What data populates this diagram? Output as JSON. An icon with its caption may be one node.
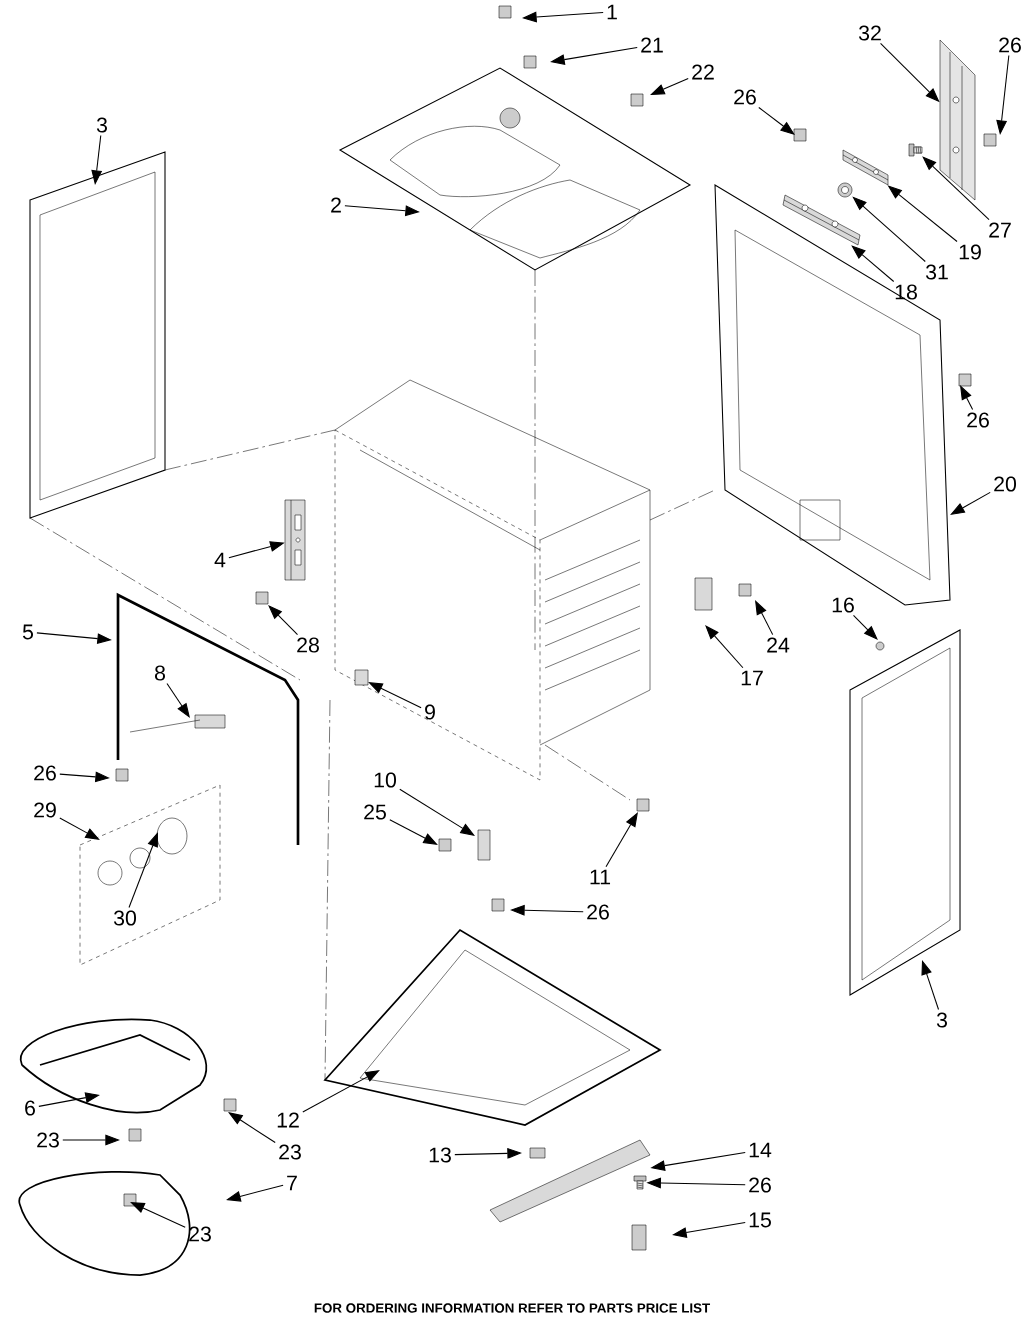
{
  "diagram": {
    "caption": "FOR ORDERING INFORMATION REFER TO PARTS PRICE LIST",
    "nodes": [
      {
        "text": [
          "1"
        ]
      },
      {
        "text": [
          "21"
        ]
      },
      {
        "text": [
          "22"
        ]
      },
      {
        "text": [
          "32"
        ]
      },
      {
        "text": [
          "26"
        ]
      },
      {
        "text": [
          "3"
        ]
      },
      {
        "text": [
          "26"
        ]
      },
      {
        "text": [
          "2"
        ]
      },
      {
        "text": [
          "27"
        ]
      },
      {
        "text": [
          "19"
        ]
      },
      {
        "text": [
          "31"
        ]
      },
      {
        "text": [
          "18"
        ]
      },
      {
        "text": [
          "26"
        ]
      },
      {
        "text": [
          "20"
        ]
      },
      {
        "text": [
          "4"
        ]
      },
      {
        "text": [
          "5"
        ]
      },
      {
        "text": [
          "28"
        ]
      },
      {
        "text": [
          "24"
        ]
      },
      {
        "text": [
          "17"
        ]
      },
      {
        "text": [
          "16"
        ]
      },
      {
        "text": [
          "8"
        ]
      },
      {
        "text": [
          "9"
        ]
      },
      {
        "text": [
          "26"
        ]
      },
      {
        "text": [
          "10"
        ]
      },
      {
        "text": [
          "25"
        ]
      },
      {
        "text": [
          "11"
        ]
      },
      {
        "text": [
          "29"
        ]
      },
      {
        "text": [
          "30"
        ]
      },
      {
        "text": [
          "26"
        ]
      },
      {
        "text": [
          "3"
        ]
      },
      {
        "text": [
          "6"
        ]
      },
      {
        "text": [
          "12"
        ]
      },
      {
        "text": [
          "23"
        ]
      },
      {
        "text": [
          "23"
        ]
      },
      {
        "text": [
          "13"
        ]
      },
      {
        "text": [
          "14"
        ]
      },
      {
        "text": [
          "7"
        ]
      },
      {
        "text": [
          "26"
        ]
      },
      {
        "text": [
          "23"
        ]
      },
      {
        "text": [
          "15"
        ]
      },
      {
        "text": [],
        "shape": "picture"
      },
      {
        "text": [],
        "shape": "picture"
      },
      {
        "text": [],
        "shape": "picture"
      },
      {
        "text": [],
        "shape": "picture"
      },
      {
        "text": [],
        "shape": "picture"
      },
      {
        "text": [],
        "shape": "picture"
      },
      {
        "text": [],
        "shape": "picture"
      },
      {
        "text": [],
        "shape": "picture"
      }
    ],
    "edges": [
      {
        "from": 0,
        "to": null,
        "arrow": "to"
      },
      {
        "from": 1,
        "to": null,
        "arrow": "to"
      },
      {
        "from": 2,
        "to": null,
        "arrow": "to"
      },
      {
        "from": 3,
        "to": 40,
        "arrow": "to"
      },
      {
        "from": 4,
        "to": null,
        "arrow": "to"
      },
      {
        "from": 5,
        "to": null,
        "arrow": "to"
      },
      {
        "from": 6,
        "to": null,
        "arrow": "to"
      },
      {
        "from": 7,
        "to": null,
        "arrow": "to"
      },
      {
        "from": 8,
        "to": 41,
        "arrow": "to"
      },
      {
        "from": 9,
        "to": 42,
        "arrow": "to"
      },
      {
        "from": 10,
        "to": 43,
        "arrow": "to"
      },
      {
        "from": 11,
        "to": 44,
        "arrow": "to"
      },
      {
        "from": 12,
        "to": null,
        "arrow": "to"
      },
      {
        "from": 13,
        "to": null,
        "arrow": "to"
      },
      {
        "from": 14,
        "to": 45,
        "arrow": "to"
      },
      {
        "from": 15,
        "to": null,
        "arrow": "to"
      },
      {
        "from": 16,
        "to": null,
        "arrow": "to"
      },
      {
        "from": 17,
        "to": null,
        "arrow": "to"
      },
      {
        "from": 18,
        "to": null,
        "arrow": "to"
      },
      {
        "from": 19,
        "to": null,
        "arrow": "to"
      },
      {
        "from": 20,
        "to": null,
        "arrow": "to"
      },
      {
        "from": 21,
        "to": null,
        "arrow": "to"
      },
      {
        "from": 22,
        "to": null,
        "arrow": "to"
      },
      {
        "from": 23,
        "to": null,
        "arrow": "to"
      },
      {
        "from": 24,
        "to": null,
        "arrow": "to"
      },
      {
        "from": 25,
        "to": null,
        "arrow": "to"
      },
      {
        "from": 26,
        "to": null,
        "arrow": "to"
      },
      {
        "from": 27,
        "to": null,
        "arrow": "to"
      },
      {
        "from": 28,
        "to": null,
        "arrow": "to"
      },
      {
        "from": 29,
        "to": null,
        "arrow": "to"
      },
      {
        "from": 30,
        "to": null,
        "arrow": "to"
      },
      {
        "from": 31,
        "to": null,
        "arrow": "to"
      },
      {
        "from": 32,
        "to": null,
        "arrow": "to"
      },
      {
        "from": 33,
        "to": null,
        "arrow": "to"
      },
      {
        "from": 34,
        "to": null,
        "arrow": "to"
      },
      {
        "from": 35,
        "to": 46,
        "arrow": "to"
      },
      {
        "from": 36,
        "to": null,
        "arrow": "to"
      },
      {
        "from": 37,
        "to": 47,
        "arrow": "to"
      },
      {
        "from": 38,
        "to": null,
        "arrow": "to"
      },
      {
        "from": 39,
        "to": null,
        "arrow": "to"
      }
    ]
  }
}
